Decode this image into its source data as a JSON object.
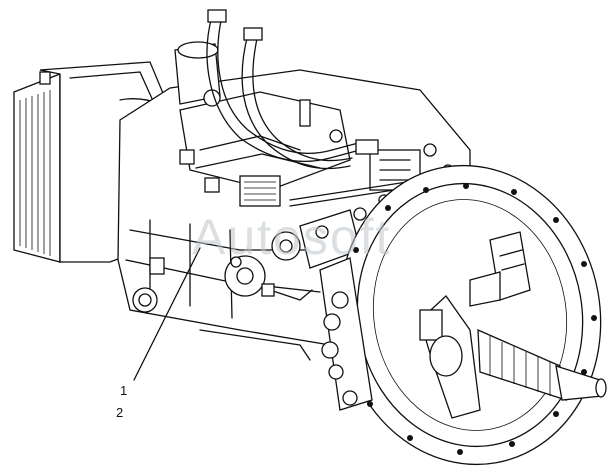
{
  "drawing": {
    "callouts": [
      {
        "id": "1",
        "label": "1"
      },
      {
        "id": "2",
        "label": "2"
      }
    ],
    "watermark": "Autosoft",
    "colors": {
      "line": "#111111",
      "background": "#ffffff",
      "watermark": "#bfc6cc"
    }
  }
}
